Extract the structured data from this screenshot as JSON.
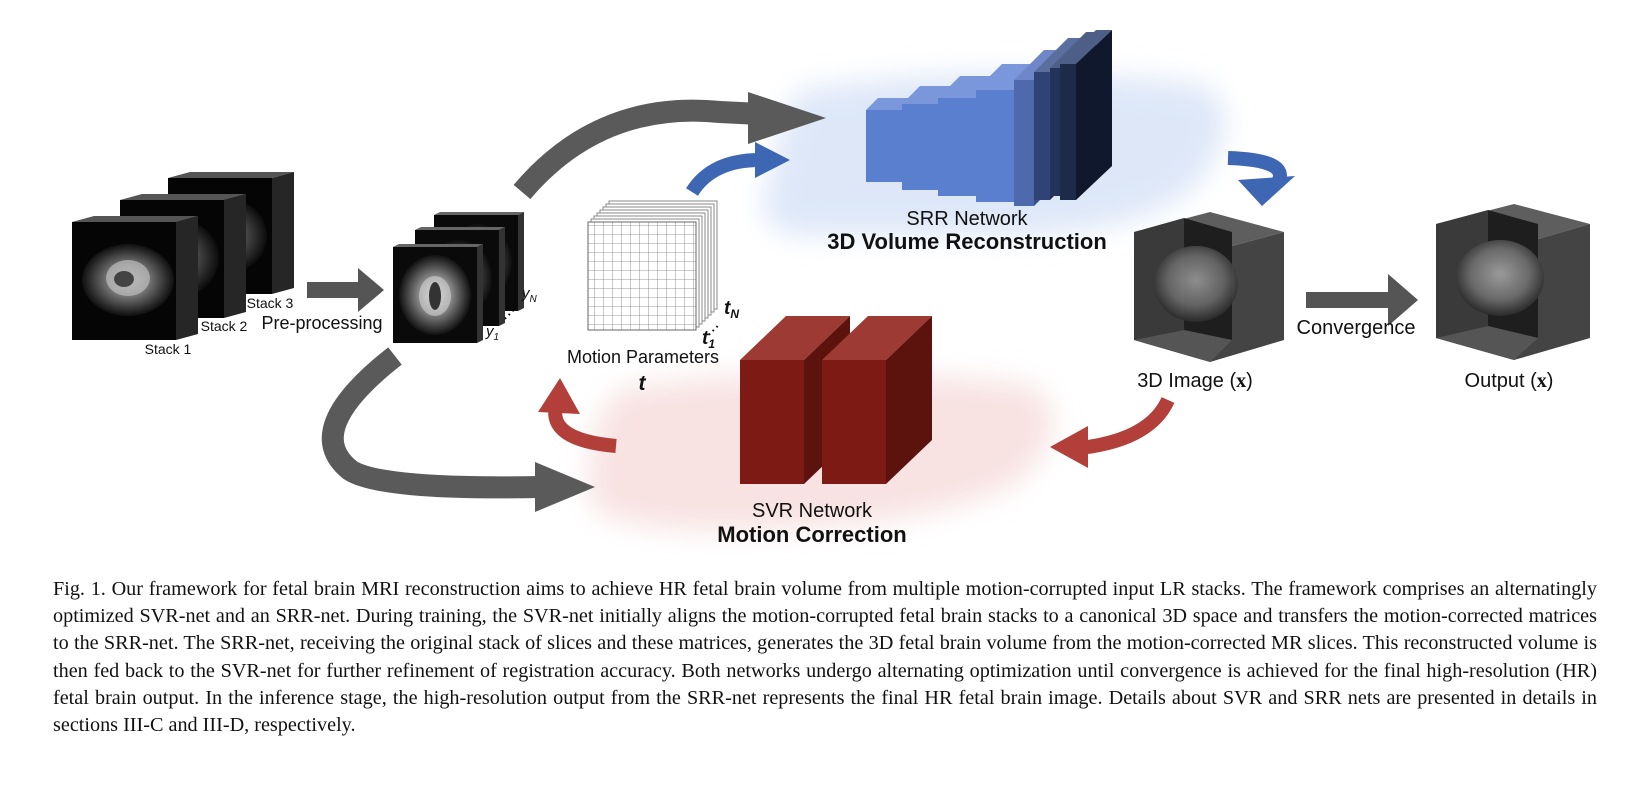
{
  "diagram": {
    "input_stacks": {
      "stack1": "Stack 1",
      "stack2": "Stack 2",
      "stack3": "Stack 3"
    },
    "preprocessing_label": "Pre-processing",
    "slices": {
      "y1": "y",
      "y1_sub": "1",
      "yN": "y",
      "yN_sub": "N"
    },
    "motion_params": {
      "label": "Motion Parameters",
      "symbol": "t",
      "t1": "t",
      "t1_sub": "1",
      "tN": "t",
      "tN_sub": "N"
    },
    "srr": {
      "name": "SRR Network",
      "task": "3D Volume Reconstruction"
    },
    "svr": {
      "name": "SVR Network",
      "task": "Motion Correction"
    },
    "image3d": {
      "label": "3D Image (",
      "var": "x",
      "close": ")"
    },
    "convergence_label": "Convergence",
    "output": {
      "label": "Output (",
      "var": "x",
      "close": ")"
    },
    "colors": {
      "srr_blue": "#5b7fcf",
      "srr_dark": "#1f2d4d",
      "svr_red": "#7e1a14",
      "arrow_gray": "#5a5a5a",
      "arrow_blue": "#3d66b3",
      "arrow_red": "#b23f3a"
    }
  },
  "caption": {
    "text": "Fig. 1.  Our framework for fetal brain MRI reconstruction aims to achieve HR fetal brain volume from multiple motion-corrupted input LR stacks. The framework comprises an alternatingly optimized SVR-net and an SRR-net. During training, the SVR-net initially aligns the motion-corrupted fetal brain stacks to a canonical 3D space and transfers the motion-corrected matrices to the SRR-net. The SRR-net, receiving the original stack of slices and these matrices, generates the 3D fetal brain volume from the motion-corrected MR slices. This reconstructed volume is then fed back to the SVR-net for further refinement of registration accuracy. Both networks undergo alternating optimization until convergence is achieved for the final high-resolution (HR) fetal brain output. In the inference stage, the high-resolution output from the SRR-net represents the final HR fetal brain image. Details about SVR and SRR nets are presented in details in sections III-C and III-D, respectively."
  }
}
